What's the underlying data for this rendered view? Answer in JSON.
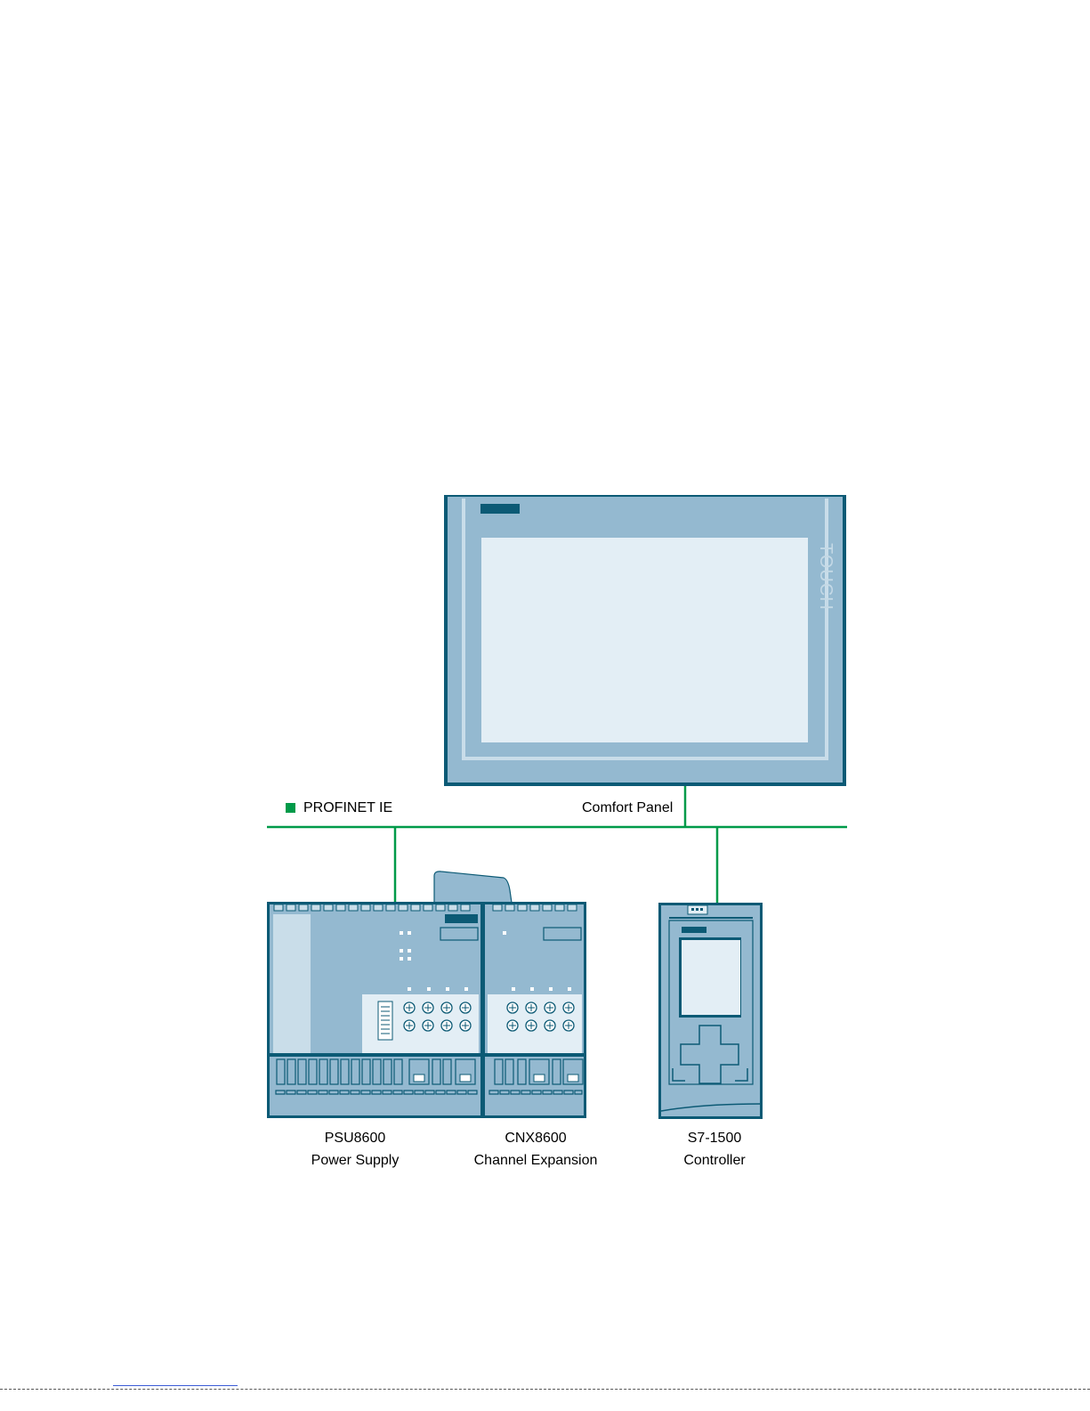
{
  "network": {
    "legend_label": "PROFINET IE",
    "color": "#009a49"
  },
  "panel": {
    "label": "Comfort Panel",
    "badge": "TOUCH"
  },
  "devices": [
    {
      "name": "PSU8600",
      "description": "Power Supply"
    },
    {
      "name": "CNX8600",
      "description": "Channel Expansion"
    },
    {
      "name": "S7-1500",
      "description": "Controller"
    }
  ],
  "colors": {
    "device_dark": "#0c5a75",
    "device_mid": "#94b9d0",
    "device_light": "#e3eef5",
    "device_pale": "#c9dde9"
  }
}
